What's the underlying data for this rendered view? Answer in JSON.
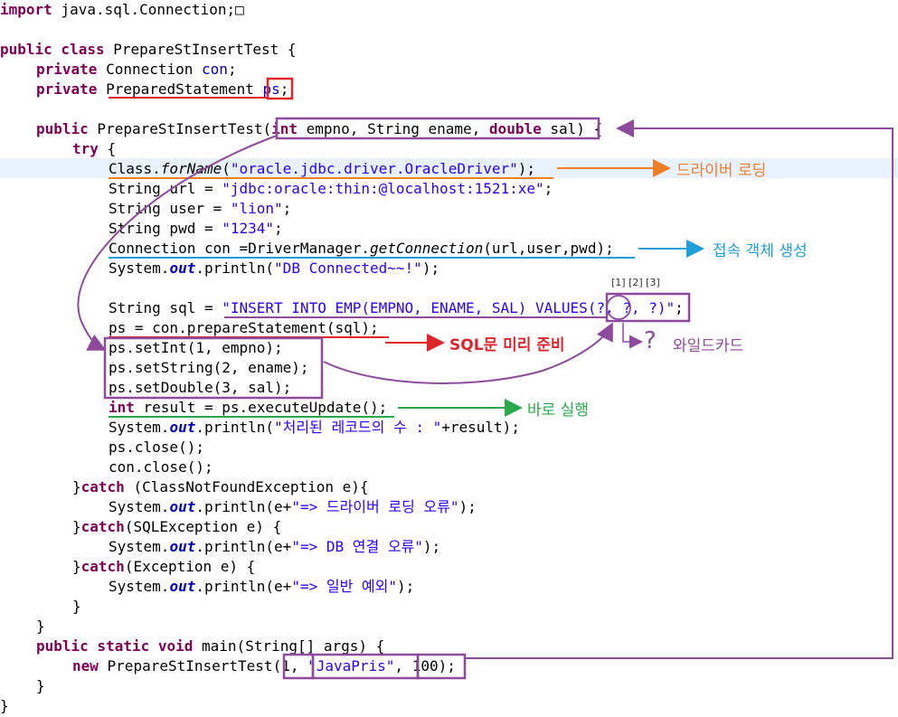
{
  "code": {
    "l1_kw": "import",
    "l1_rest": " java.sql.Connection;",
    "l1_box": "□",
    "l3_kw": "public class",
    "l3_name": " PrepareStInsertTest {",
    "l4_kw": "private",
    "l4_type": " Connection ",
    "l4_var": "con",
    "l4_end": ";",
    "l5_kw": "private",
    "l5_type": " PreparedStatement ",
    "l5_var": "ps",
    "l5_end": ";",
    "l7_kw": "public",
    "l7_name": " PrepareStInsertTest(",
    "l7_p1kw": "int",
    "l7_p1": " empno, String ename, ",
    "l7_p2kw": "double",
    "l7_p2": " sal) {",
    "l8_kw": "try",
    "l8_rest": " {",
    "l9_a": "Class.",
    "l9_b": "forName",
    "l9_c": "(",
    "l9_str": "\"oracle.jdbc.driver.OracleDriver\"",
    "l9_d": ");",
    "l10_a": "String url = ",
    "l10_str": "\"jdbc:oracle:thin:@localhost:1521:xe\"",
    "l10_d": ";",
    "l11_a": "String user = ",
    "l11_str": "\"lion\"",
    "l11_d": ";",
    "l12_a": "String pwd = ",
    "l12_str": "\"1234\"",
    "l12_d": ";",
    "l13_a": "Connection con =DriverManager.",
    "l13_b": "getConnection",
    "l13_c": "(url,user,pwd);",
    "l14_a": "System.",
    "l14_out": "out",
    "l14_b": ".println(",
    "l14_str": "\"DB Connected~~!\"",
    "l14_c": ");",
    "l16_a": "String sql = ",
    "l16_str": "\"INSERT INTO EMP(EMPNO, ENAME, SAL) VALUES(?, ?, ?)\"",
    "l16_c": ";",
    "l17_a": "ps = con.prepareStatement(sql);",
    "l18": "ps.setInt(1, empno);",
    "l19": "ps.setString(2, ename);",
    "l20": "ps.setDouble(3, sal);",
    "l21_kw": "int",
    "l21_rest": " result = ps.executeUpdate();",
    "l22_a": "System.",
    "l22_out": "out",
    "l22_b": ".println(",
    "l22_str": "\"처리된 레코드의 수 : \"",
    "l22_c": "+result);",
    "l23": "ps.close();",
    "l24": "con.close();",
    "l25_a": "}",
    "l25_kw": "catch",
    "l25_b": " (ClassNotFoundException e){",
    "l26_a": "System.",
    "l26_out": "out",
    "l26_b": ".println(e+",
    "l26_str": "\"=> 드라이버 로딩 오류\"",
    "l26_c": ");",
    "l27_a": "}",
    "l27_kw": "catch",
    "l27_b": "(SQLException e) {",
    "l28_a": "System.",
    "l28_out": "out",
    "l28_b": ".println(e+",
    "l28_str": "\"=> DB 연결 오류\"",
    "l28_c": ");",
    "l29_a": "}",
    "l29_kw": "catch",
    "l29_b": "(Exception e) {",
    "l30_a": "System.",
    "l30_out": "out",
    "l30_b": ".println(e+",
    "l30_str": "\"=> 일반 예외\"",
    "l30_c": ");",
    "l31": "}",
    "l32": "}",
    "l33_kw": "public static void",
    "l33_rest": " main(String[] args) {",
    "l34_kw": "new",
    "l34_a": " PrepareStInsertTest(1, ",
    "l34_str": "\"JavaPris\"",
    "l34_b": ", 100);",
    "l35": "}",
    "l36": "}"
  },
  "annotations": {
    "driver_loading": "드라이버 로딩",
    "connection_create": "접속 객체 생성",
    "sql_prepare": "SQL문 미리 준비",
    "execute": "바로 실행",
    "wildcard": "와일드카드",
    "wildcard_q": "?",
    "idx_labels": "[1] [2] [3]"
  },
  "colors": {
    "keyword": "#7f0055",
    "string": "#2a00ff",
    "field": "#0000c0",
    "highlight": "#e8f2fe",
    "purple_box": "#8e4a9c",
    "red_box": "#e0252a",
    "orange": "#f07e26",
    "blue": "#1f9fd9",
    "green": "#2aa84a"
  }
}
